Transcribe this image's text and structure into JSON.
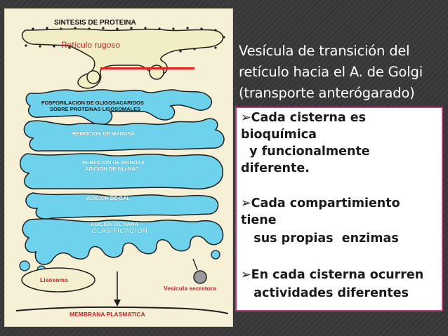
{
  "diagram": {
    "labels": {
      "title": "SINTESIS DE PROTEINA",
      "reticulo": "Retículo rugoso",
      "fosforilacion_1": "FOSFORILACION DE OLIGOSACARIDOS",
      "fosforilacion_2": "SOBRE PROTEINAS LISOSOMALES",
      "remocion_manosa": "REMOCION DE MANOSA",
      "remocion_manosa_2a": "REMOCION DE MANOSA",
      "remocion_manosa_2b": "ADICION DE GLcNAC",
      "adicion_gal": "ADICION DE GAL",
      "adicion_nana": "ADICION DE NANA",
      "clasificacion": "CLASIFICACION",
      "lisosoma": "Lisosoma",
      "vesicula_secretora": "Vesícula secretora",
      "membrana": "MEMBRANA PLASMATICA"
    },
    "colors": {
      "er": "#f1eec6",
      "golgi": "#6ed2ec",
      "outline": "#1f1f1f",
      "red_text": "#c0262a",
      "pointer": "#e81d1d",
      "lysosome": "#f4efcf",
      "vesicle": "#9a9a9a"
    }
  },
  "side": {
    "title_lines": [
      "Vesícula de transición del",
      "retículo hacia el A. de Golgi",
      "(transporte anterógarado)"
    ]
  },
  "points": {
    "lines": [
      "➢Cada cisterna es",
      "bioquímica",
      "  y funcionalmente",
      "diferente.",
      "",
      "➢Cada compartimiento",
      "tiene",
      "   sus propias  enzimas",
      "",
      "➢En cada cisterna ocurren",
      "   actividades diferentes"
    ]
  }
}
